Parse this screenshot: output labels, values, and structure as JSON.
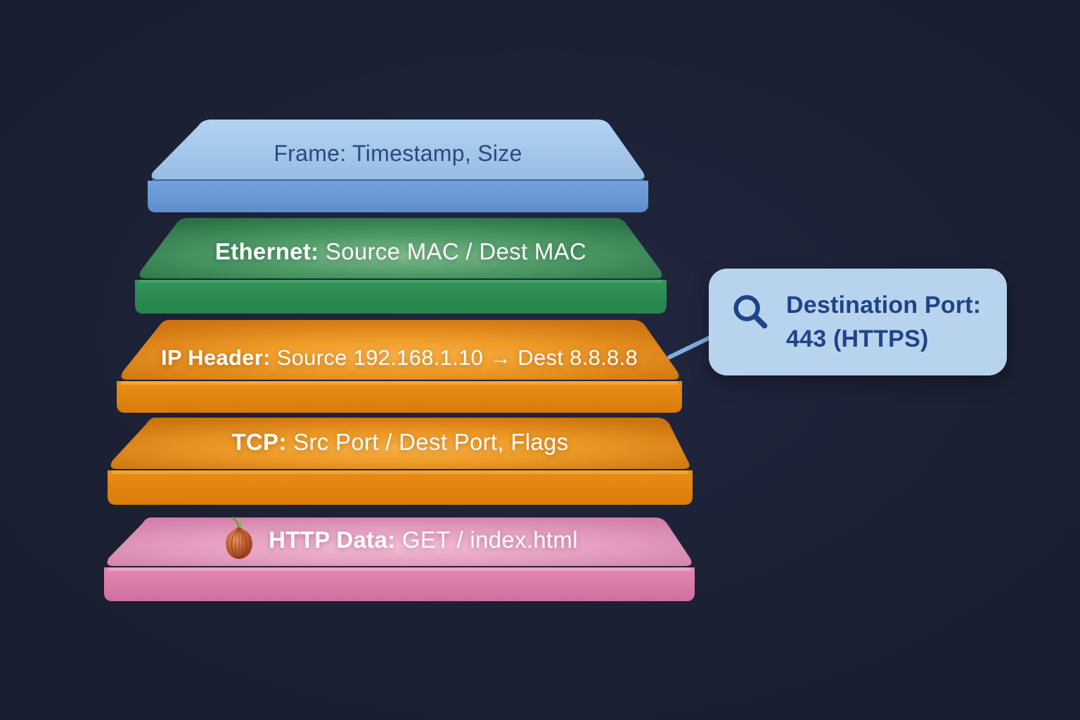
{
  "background_color": "#1b2033",
  "layers": [
    {
      "name": "frame",
      "label": "Frame:",
      "detail": " Timestamp, Size",
      "color_top": "#a6c8ea",
      "color_front": "#6b98d6",
      "text_color": "#2b4a80"
    },
    {
      "name": "ethernet",
      "label": "Ethernet:",
      "detail": " Source MAC / Dest MAC",
      "color_top": "#4f9b67",
      "color_front": "#2f9156",
      "text_color": "#ffffff"
    },
    {
      "name": "ip-header",
      "label": "IP Header:",
      "detail": " Source 192.168.1.10 → Dest 8.8.8.8",
      "color_top": "#ef9c28",
      "color_front": "#e2850f",
      "text_color": "#ffffff"
    },
    {
      "name": "tcp",
      "label": "TCP:",
      "detail": " Src Port / Dest Port, Flags",
      "color_top": "#ef9c28",
      "color_front": "#e2850f",
      "text_color": "#ffffff"
    },
    {
      "name": "http-data",
      "label": "HTTP Data:",
      "detail": " GET / index.html",
      "icon": "onion-icon",
      "color_top": "#e6a2c4",
      "color_front": "#d97aa8",
      "text_color": "#ffffff"
    }
  ],
  "callout": {
    "icon": "magnifier-icon",
    "line1": "Destination Port:",
    "line2": "443 (HTTPS)",
    "bg_color": "#b7d3ed",
    "text_color": "#1e4487",
    "connector_color": "#7fafdd"
  }
}
